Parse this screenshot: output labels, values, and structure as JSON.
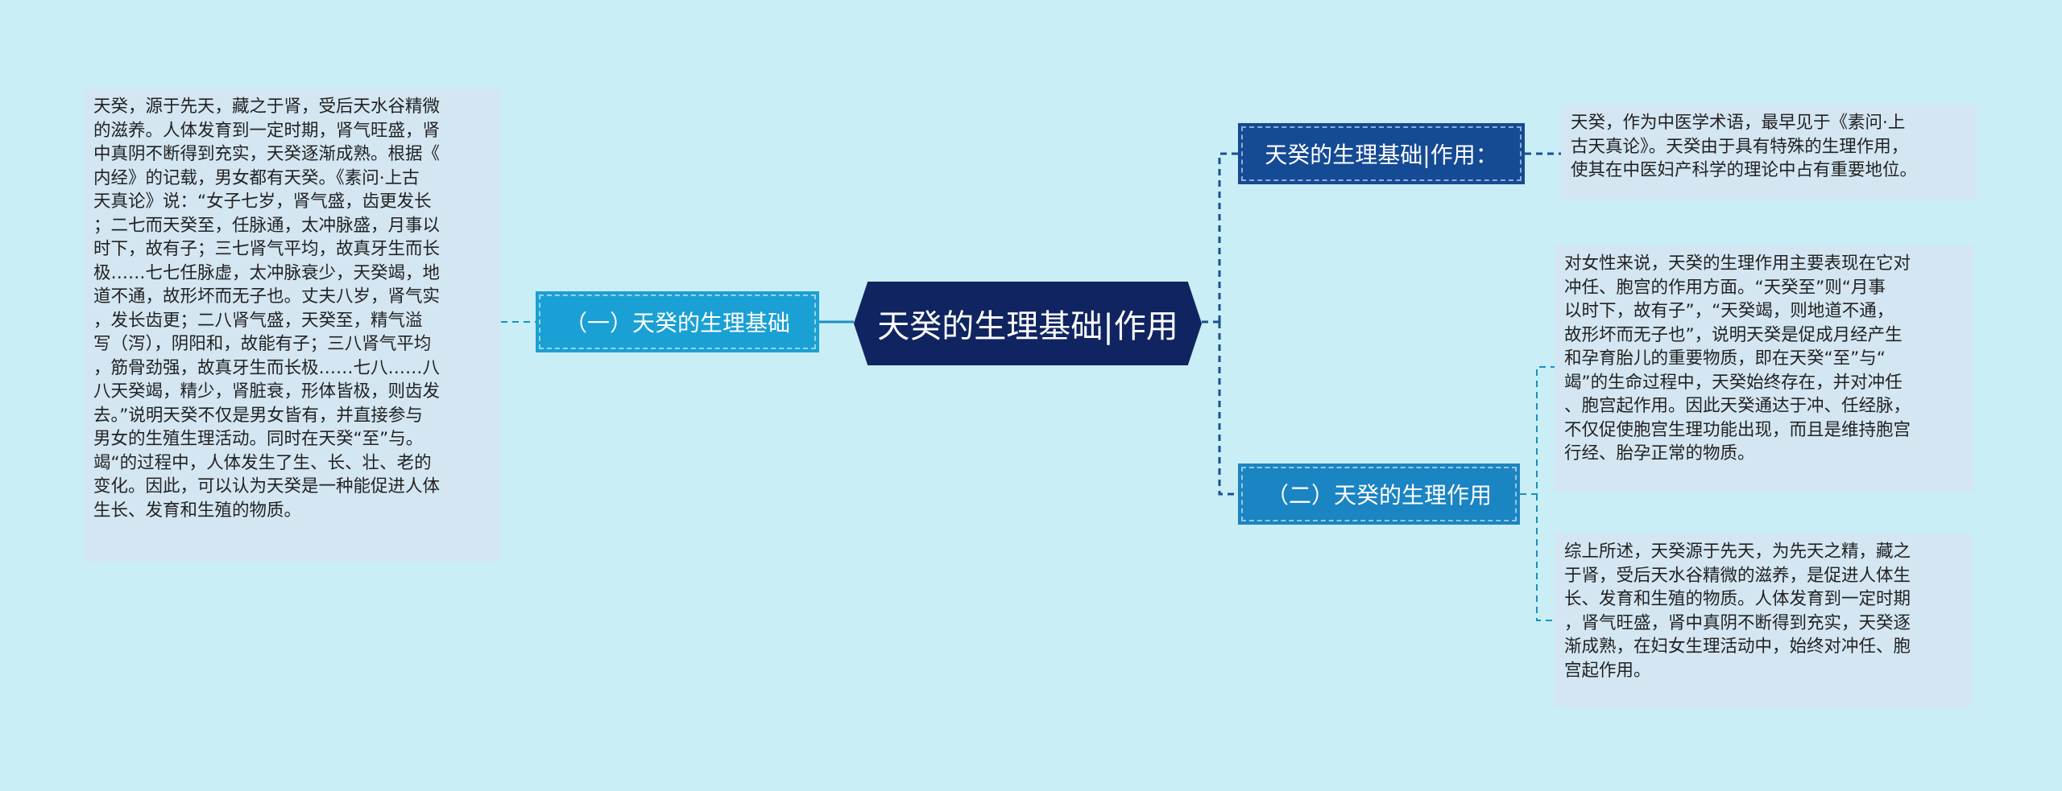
{
  "center": {
    "title": "天癸的生理基础|作用"
  },
  "branches": {
    "left": {
      "label": "（一）天癸的生理基础"
    },
    "right_top": {
      "label": "天癸的生理基础|作用："
    },
    "right_bottom": {
      "label": "（二）天癸的生理作用"
    }
  },
  "leaves": {
    "left": {
      "text": "天癸，源于先天，藏之于肾，受后天水谷精微\n的滋养。人体发育到一定时期，肾气旺盛，肾\n中真阴不断得到充实，天癸逐渐成熟。根据《\n内经》的记载，男女都有天癸。《素问·上古\n天真论》说：“女子七岁，肾气盛，齿更发长\n；二七而天癸至，任脉通，太冲脉盛，月事以\n时下，故有子；三七肾气平均，故真牙生而长\n极……七七任脉虚，太冲脉衰少，天癸竭，地\n道不通，故形坏而无子也。丈夫八岁，肾气实\n，发长齿更；二八肾气盛，天癸至，精气溢\n写（泻），阴阳和，故能有子；三八肾气平均\n，筋骨劲强，故真牙生而长极……七八……八\n八天癸竭，精少，肾脏衰，形体皆极，则齿发\n去。”说明天癸不仅是男女皆有，并直接参与\n男女的生殖生理活动。同时在天癸“至”与。\n竭“的过程中，人体发生了生、长、壮、老的\n变化。因此，可以认为天癸是一种能促进人体\n生长、发育和生殖的物质。"
    },
    "right_top": {
      "text": "天癸，作为中医学术语，最早见于《素问·上\n古天真论》。天癸由于具有特殊的生理作用，\n使其在中医妇产科学的理论中占有重要地位。"
    },
    "right_mid": {
      "text": "对女性来说，天癸的生理作用主要表现在它对\n冲任、胞宫的作用方面。“天癸至”则“月事\n以时下，故有子”，“天癸竭，则地道不通，\n故形坏而无子也”，说明天癸是促成月经产生\n和孕育胎儿的重要物质，即在天癸“至”与“\n竭”的生命过程中，天癸始终存在，并对冲任\n、胞宫起作用。因此天癸通达于冲、任经脉，\n不仅促使胞宫生理功能出现，而且是维持胞宫\n行经、胎孕正常的物质。"
    },
    "right_bottom": {
      "text": "综上所述，天癸源于先天，为先天之精，藏之\n于肾，受后天水谷精微的滋养，是促进人体生\n长、发育和生殖的物质。人体发育到一定时期\n，肾气旺盛，肾中真阴不断得到充实，天癸逐\n渐成熟，在妇女生理活动中，始终对冲任、胞\n宫起作用。"
    }
  }
}
